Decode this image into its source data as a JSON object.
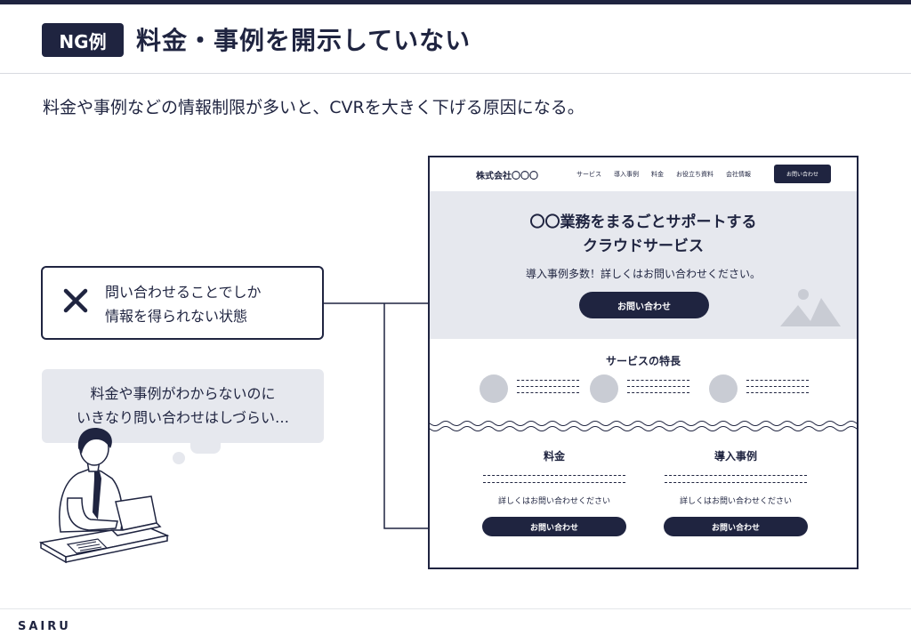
{
  "header": {
    "badge": "NG例",
    "title": "料金・事例を開示していない"
  },
  "subtitle": "料金や事例などの情報制限が多いと、CVRを大きく下げる原因になる。",
  "ng_box": {
    "icon": "x-mark-icon",
    "lines": [
      "問い合わせることでしか",
      "情報を得られない状態"
    ]
  },
  "thought": {
    "lines": [
      "料金や事例がわからないのに",
      "いきなり問い合わせはしづらい…"
    ]
  },
  "website": {
    "logo": "株式会社〇〇〇",
    "nav": [
      "サービス",
      "導入事例",
      "料金",
      "お役立ち資料",
      "会社情報"
    ],
    "nav_cta": "お問い合わせ",
    "hero": {
      "title_lines": [
        "〇〇業務をまるごとサポートする",
        "クラウドサービス"
      ],
      "subtitle": "導入事例多数！詳しくはお問い合わせください。",
      "cta": "お問い合わせ"
    },
    "features_title": "サービスの特長",
    "columns": [
      {
        "title": "料金",
        "note": "詳しくはお問い合わせください",
        "cta": "お問い合わせ"
      },
      {
        "title": "導入事例",
        "note": "詳しくはお問い合わせください",
        "cta": "お問い合わせ"
      }
    ]
  },
  "footer": {
    "brand": "SAIRU"
  },
  "colors": {
    "navy": "#1f2440",
    "light_gray": "#e6e8ee",
    "mid_gray": "#c9ccd4"
  }
}
